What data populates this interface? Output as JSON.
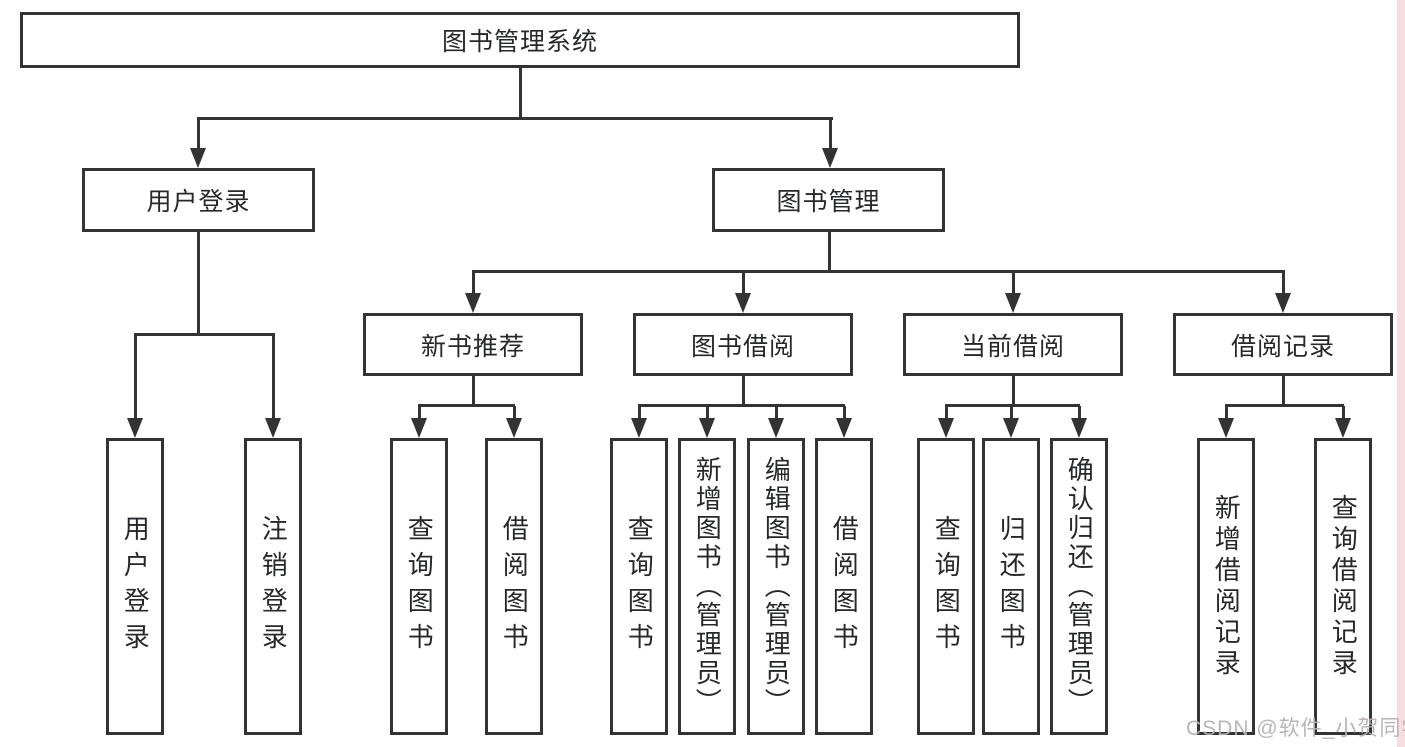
{
  "tree": {
    "label": "图书管理系统",
    "children": [
      {
        "label": "用户登录",
        "children": [
          {
            "label": "用户登录"
          },
          {
            "label": "注销登录"
          }
        ]
      },
      {
        "label": "图书管理",
        "children": [
          {
            "label": "新书推荐",
            "children": [
              {
                "label": "查询图书"
              },
              {
                "label": "借阅图书"
              }
            ]
          },
          {
            "label": "图书借阅",
            "children": [
              {
                "label": "查询图书"
              },
              {
                "label": "新增图书（管理员）"
              },
              {
                "label": "编辑图书（管理员）"
              },
              {
                "label": "借阅图书"
              }
            ]
          },
          {
            "label": "当前借阅",
            "children": [
              {
                "label": "查询图书"
              },
              {
                "label": "归还图书"
              },
              {
                "label": "确认归还（管理员）"
              }
            ]
          },
          {
            "label": "借阅记录",
            "children": [
              {
                "label": "新增借阅记录"
              },
              {
                "label": "查询借阅记录"
              }
            ]
          }
        ]
      }
    ]
  },
  "watermark": {
    "text": "CSDN @软件_小贺同学"
  },
  "colors": {
    "line": "#333333",
    "text": "#26282b",
    "watermark": "#b8b1b1",
    "accent_strip": "#f7dede",
    "background": "#ffffff"
  }
}
